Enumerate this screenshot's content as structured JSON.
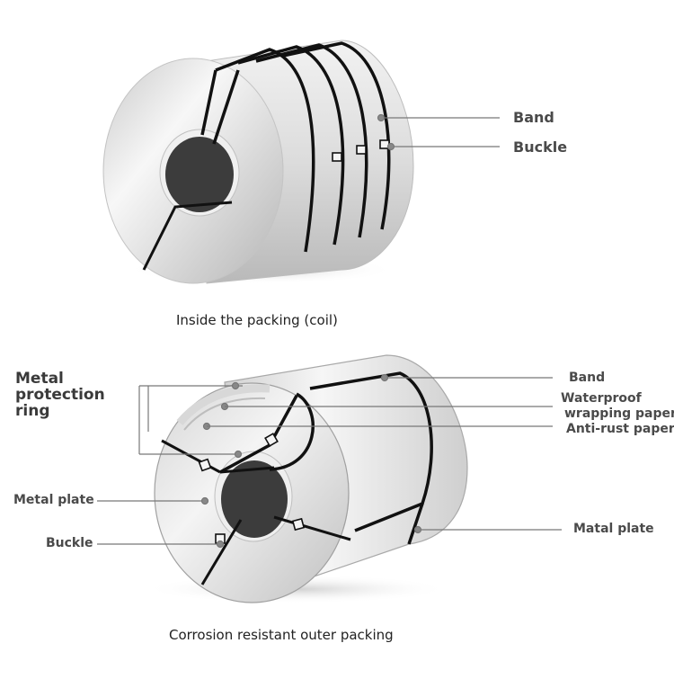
{
  "top_figure": {
    "caption": "Inside the packing  (coil)",
    "labels": {
      "band": "Band",
      "buckle": "Buckle"
    }
  },
  "bottom_figure": {
    "caption": "Corrosion resistant outer packing",
    "labels": {
      "metal_protection_ring": "Metal protection ring",
      "metal_plate_left": "Metal plate",
      "buckle": "Buckle",
      "band": "Band",
      "waterproof_line1": "Waterproof",
      "waterproof_line2": "wrapping paper",
      "anti_rust": "Anti-rust paper",
      "metal_plate_right": "Matal plate"
    }
  },
  "colors": {
    "line": "#777777",
    "label": "#4a4a4a",
    "band": "#111111",
    "core": "#3c3c3c",
    "dot": "#888888"
  }
}
